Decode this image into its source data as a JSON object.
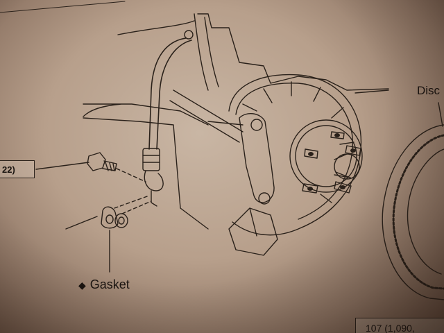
{
  "labels": {
    "torque_left": "22)",
    "gasket_marker": "◆",
    "gasket": "Gasket",
    "disc": "Disc",
    "torque_bottom": "107 (1,090,"
  },
  "colors": {
    "paper": "#b79f8b",
    "ink": "#2a211a"
  }
}
